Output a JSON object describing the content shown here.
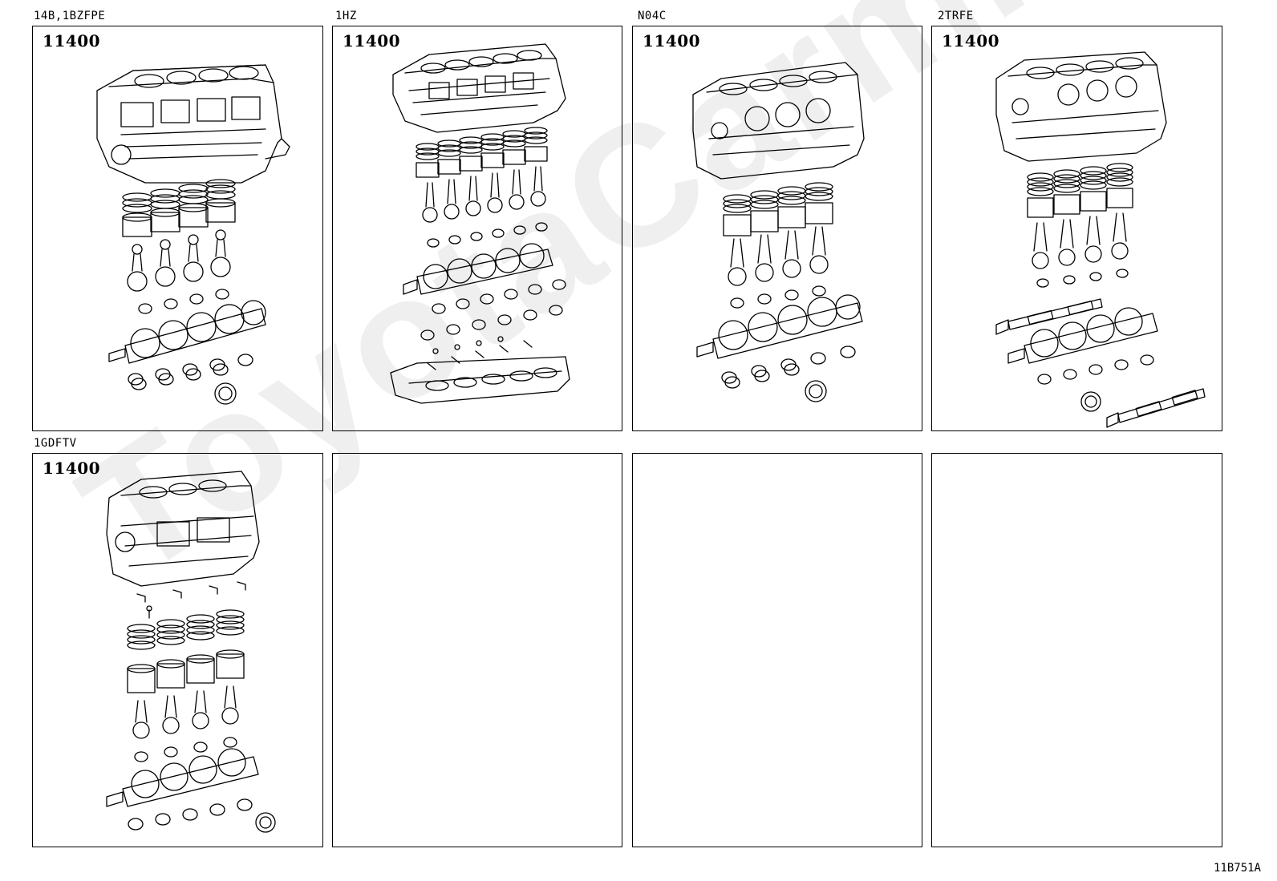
{
  "watermark": "ToyotaCarmine",
  "panels": [
    {
      "label": "14B,1BZFPE",
      "code": "11400",
      "engine": "inline-4"
    },
    {
      "label": "1HZ",
      "code": "11400",
      "engine": "inline-6"
    },
    {
      "label": "N04C",
      "code": "11400",
      "engine": "inline-4"
    },
    {
      "label": "2TRFE",
      "code": "11400",
      "engine": "inline-4"
    },
    {
      "label": "1GDFTV",
      "code": "11400",
      "engine": "inline-4"
    },
    {
      "label": "",
      "code": "",
      "engine": ""
    },
    {
      "label": "",
      "code": "",
      "engine": ""
    },
    {
      "label": "",
      "code": "",
      "engine": ""
    }
  ],
  "reference_code": "11B751A"
}
